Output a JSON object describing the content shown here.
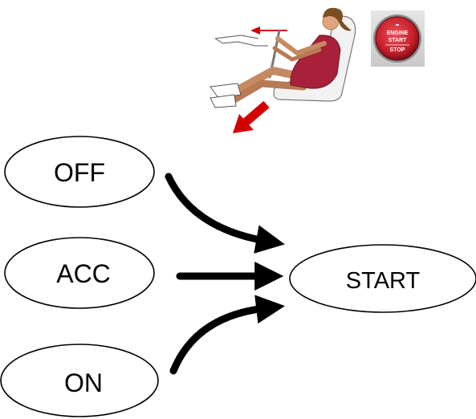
{
  "states": {
    "off": {
      "label": "OFF"
    },
    "acc": {
      "label": "ACC"
    },
    "on": {
      "label": "ON"
    },
    "start": {
      "label": "START"
    }
  },
  "engine_button": {
    "line1": "ENGINE",
    "line2": "START",
    "line3": "STOP",
    "color": "#c8202a"
  },
  "illustration": {
    "subject": "woman-pressing-brake-pedal",
    "arrow_color": "#d40000",
    "clothing_color": "#a8203a"
  },
  "edges": [
    {
      "from": "OFF",
      "to": "START"
    },
    {
      "from": "ACC",
      "to": "START"
    },
    {
      "from": "ON",
      "to": "START"
    }
  ]
}
